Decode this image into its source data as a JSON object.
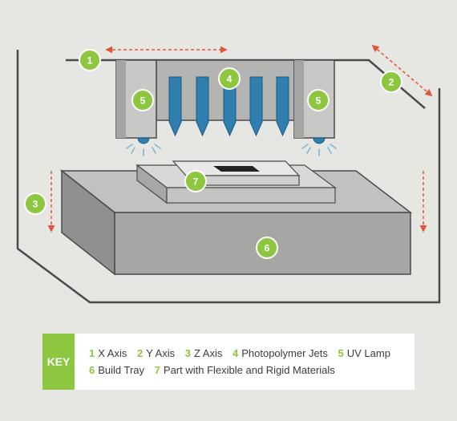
{
  "colors": {
    "background": "#e6e7e3",
    "accent_green": "#8dc63f",
    "jet_blue": "#2f7fb0",
    "arrow_red": "#e5533a",
    "outline": "#4a4a4a",
    "key_text": "#3b3b3b"
  },
  "badges": {
    "x_axis": "1",
    "y_axis": "2",
    "z_axis": "3",
    "jets": "4",
    "uv_lamp": "5",
    "build_tray": "6",
    "part": "7"
  },
  "key": {
    "label": "KEY",
    "rows": [
      [
        {
          "num": "1",
          "text": "X Axis"
        },
        {
          "num": "2",
          "text": "Y Axis"
        },
        {
          "num": "3",
          "text": "Z Axis"
        },
        {
          "num": "4",
          "text": "Photopolymer Jets"
        },
        {
          "num": "5",
          "text": "UV Lamp"
        }
      ],
      [
        {
          "num": "6",
          "text": "Build Tray"
        },
        {
          "num": "7",
          "text": "Part with Flexible and Rigid Materials"
        }
      ]
    ]
  }
}
